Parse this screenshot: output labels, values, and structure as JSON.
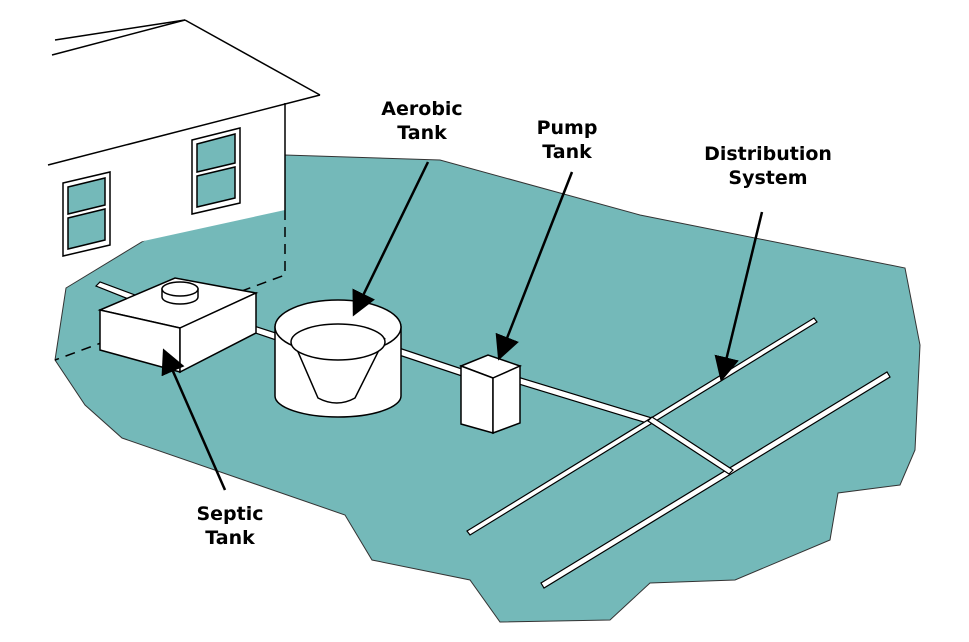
{
  "diagram": {
    "labels": {
      "aerobic_tank": [
        "Aerobic",
        "Tank"
      ],
      "pump_tank": [
        "Pump",
        "Tank"
      ],
      "distribution_system": [
        "Distribution",
        "System"
      ],
      "septic_tank": [
        "Septic",
        "Tank"
      ]
    },
    "colors": {
      "ground": "#74b9b9",
      "outline": "#000000",
      "fill": "#ffffff",
      "window_glass": "#74b9b9"
    }
  }
}
